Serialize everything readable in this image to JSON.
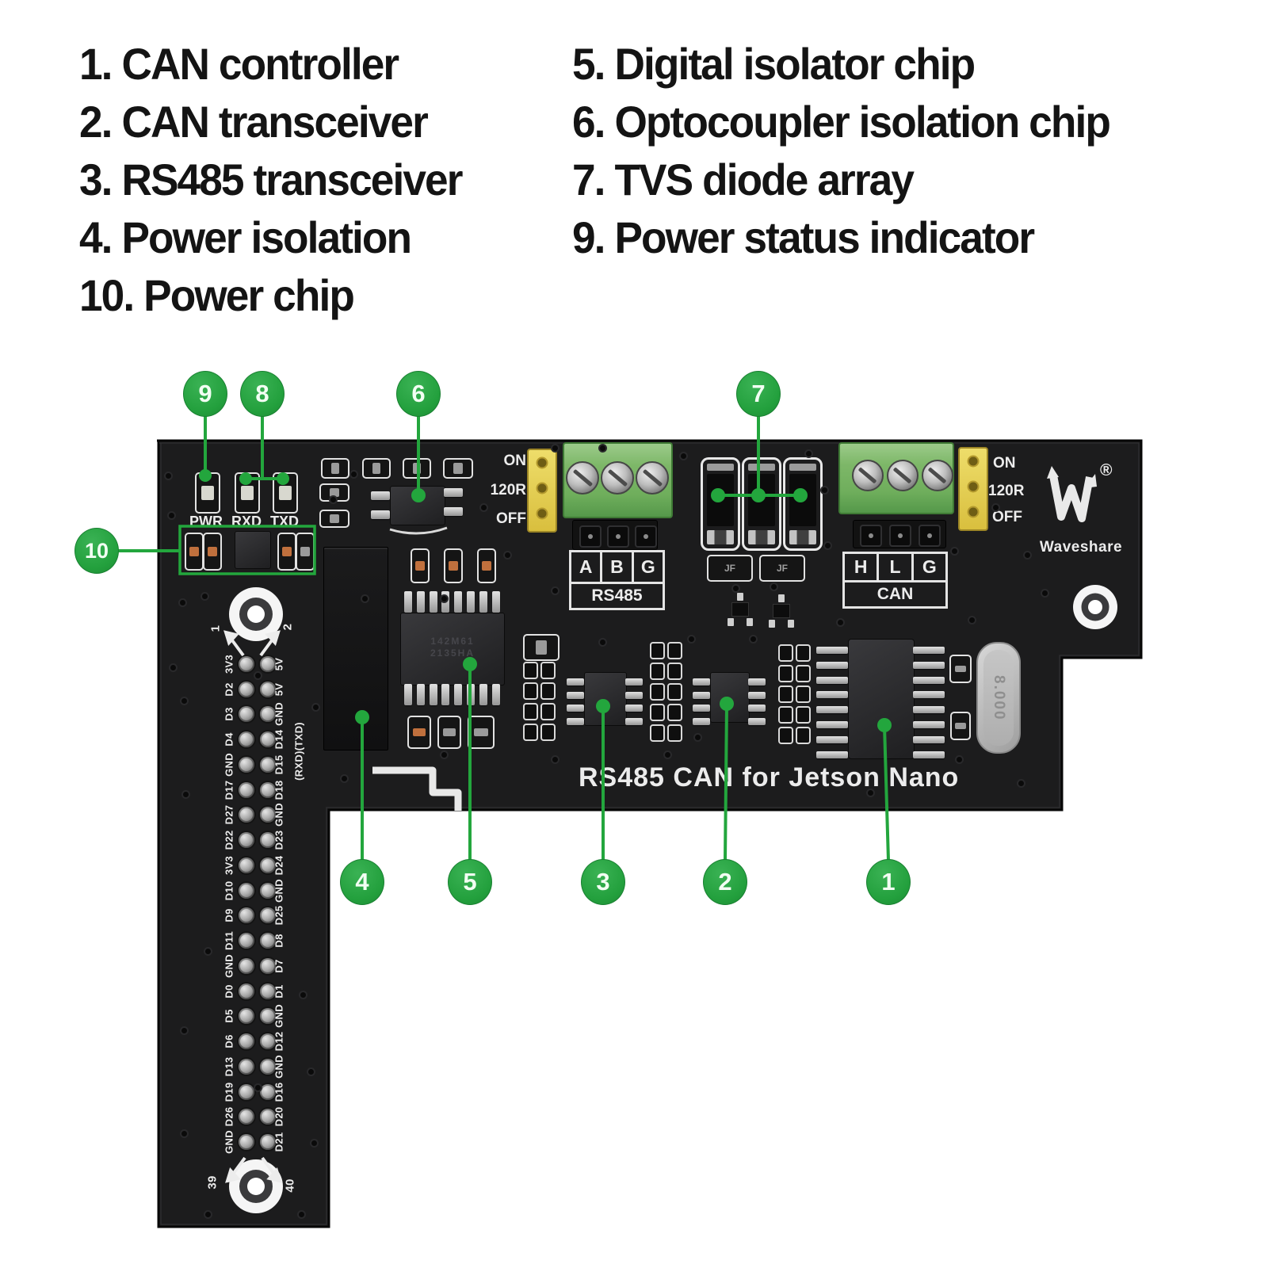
{
  "legend": {
    "left": [
      "1. CAN controller",
      "2. CAN transceiver",
      "3. RS485 transceiver",
      "4. Power isolation",
      "10. Power chip"
    ],
    "right": [
      "5. Digital isolator chip",
      "6. Optocoupler isolation chip",
      "7. TVS diode array",
      "9. Power status indicator"
    ]
  },
  "callouts": [
    "1",
    "2",
    "3",
    "4",
    "5",
    "6",
    "7",
    "8",
    "9",
    "10"
  ],
  "board": {
    "title": "RS485 CAN for Jetson Nano",
    "brand": "Waveshare",
    "registered": "®",
    "leds": [
      "PWR",
      "RXD",
      "TXD"
    ],
    "rs485": {
      "jumper": [
        "ON",
        "120R",
        "OFF"
      ],
      "pins": [
        "A",
        "B",
        "G"
      ],
      "label": "RS485"
    },
    "can": {
      "jumper": [
        "ON",
        "120R",
        "OFF"
      ],
      "pins": [
        "H",
        "L",
        "G"
      ],
      "label": "CAN"
    },
    "crystal": "8.000",
    "chip5_marking": [
      "142M61",
      "2135HA"
    ],
    "jf_marking": "JF",
    "gpio": {
      "left": [
        "3V3",
        "D2",
        "D3",
        "D4",
        "GND",
        "D17",
        "D27",
        "D22",
        "3V3",
        "D10",
        "D9",
        "D11",
        "GND",
        "D0",
        "D5",
        "D6",
        "D13",
        "D19",
        "D26",
        "GND"
      ],
      "right": [
        "5V",
        "5V",
        "GND",
        "D14",
        "D15",
        "D18",
        "GND",
        "D23",
        "D24",
        "GND",
        "D25",
        "D8",
        "D7",
        "D1",
        "GND",
        "D12",
        "GND",
        "D16",
        "D20",
        "D21"
      ],
      "uart_note": "(RXD)(TXD)",
      "corners": {
        "p1": "1",
        "p2": "2",
        "p39": "39",
        "p40": "40"
      }
    }
  },
  "colors": {
    "background": "#ffffff",
    "accent_green": "#23a63d",
    "pcb_black": "#1c1c1d",
    "terminal_green": "#7db768",
    "jumper_yellow": "#e0c94a",
    "silkscreen": "#ececec"
  }
}
